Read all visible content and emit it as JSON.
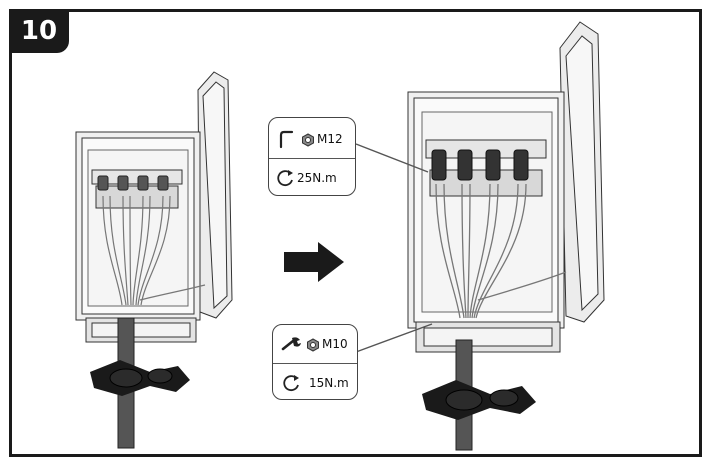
{
  "step": {
    "number": "10"
  },
  "callout_top": {
    "bolt_size": "M12",
    "torque": "25N.m",
    "tool_icon": "hex-key-icon",
    "nut_icon": "hex-nut-icon",
    "rotation_icon": "clockwise-arrow-icon"
  },
  "callout_bottom": {
    "bolt_size": "M10",
    "torque": "15N.m",
    "tool_icon": "wrench-icon",
    "nut_icon": "hex-nut-icon",
    "rotation_icon": "clockwise-arrow-icon"
  },
  "colors": {
    "frame": "#1a1a1a",
    "line": "#444444",
    "box_fill": "#f2f2f2",
    "cable": "#d9d9d9"
  }
}
